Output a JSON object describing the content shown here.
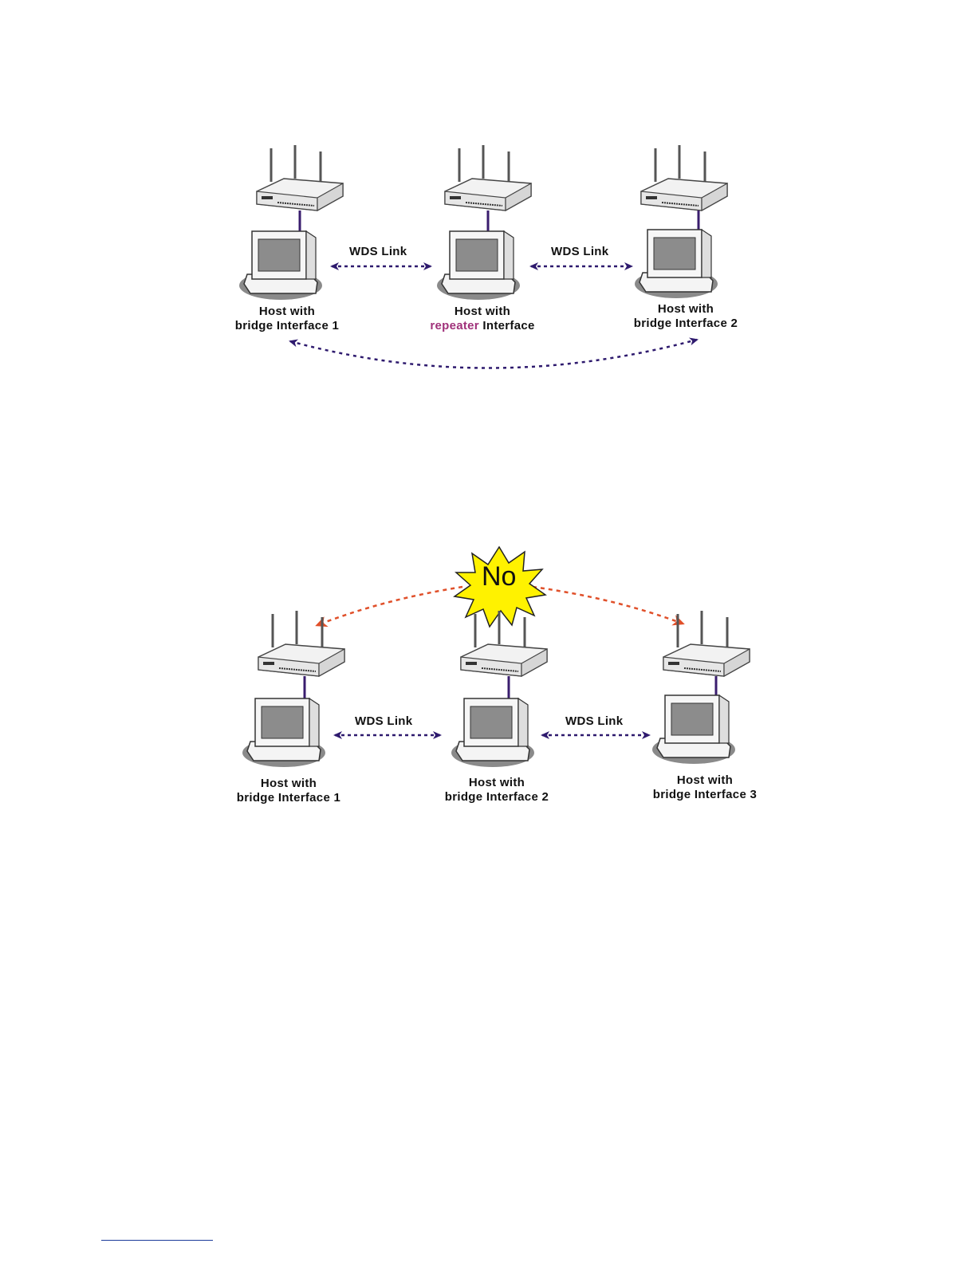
{
  "diagram1": {
    "link_labels": [
      "WDS Link",
      "WDS Link"
    ],
    "hosts": [
      {
        "line1": "Host with",
        "line2_prefix": "",
        "line2_accent": "",
        "line2_suffix": "bridge Interface 1"
      },
      {
        "line1": "Host with",
        "line2_prefix": "",
        "line2_accent": "repeater",
        "line2_suffix": " Interface"
      },
      {
        "line1": "Host with",
        "line2_prefix": "",
        "line2_accent": "",
        "line2_suffix": "bridge Interface 2"
      }
    ]
  },
  "diagram2": {
    "burst_label": "No",
    "link_labels": [
      "WDS Link",
      "WDS Link"
    ],
    "hosts": [
      {
        "line1": "Host with",
        "line2_suffix": "bridge Interface 1"
      },
      {
        "line1": "Host with",
        "line2_suffix": "bridge Interface 2"
      },
      {
        "line1": "Host with",
        "line2_suffix": "bridge Interface 3"
      }
    ]
  },
  "colors": {
    "link_arrow": "#2e1a6e",
    "blocked_arrow": "#e0502a",
    "burst_fill": "#fff200",
    "repeater_accent": "#a0317a",
    "cable": "#3a1d6e"
  }
}
